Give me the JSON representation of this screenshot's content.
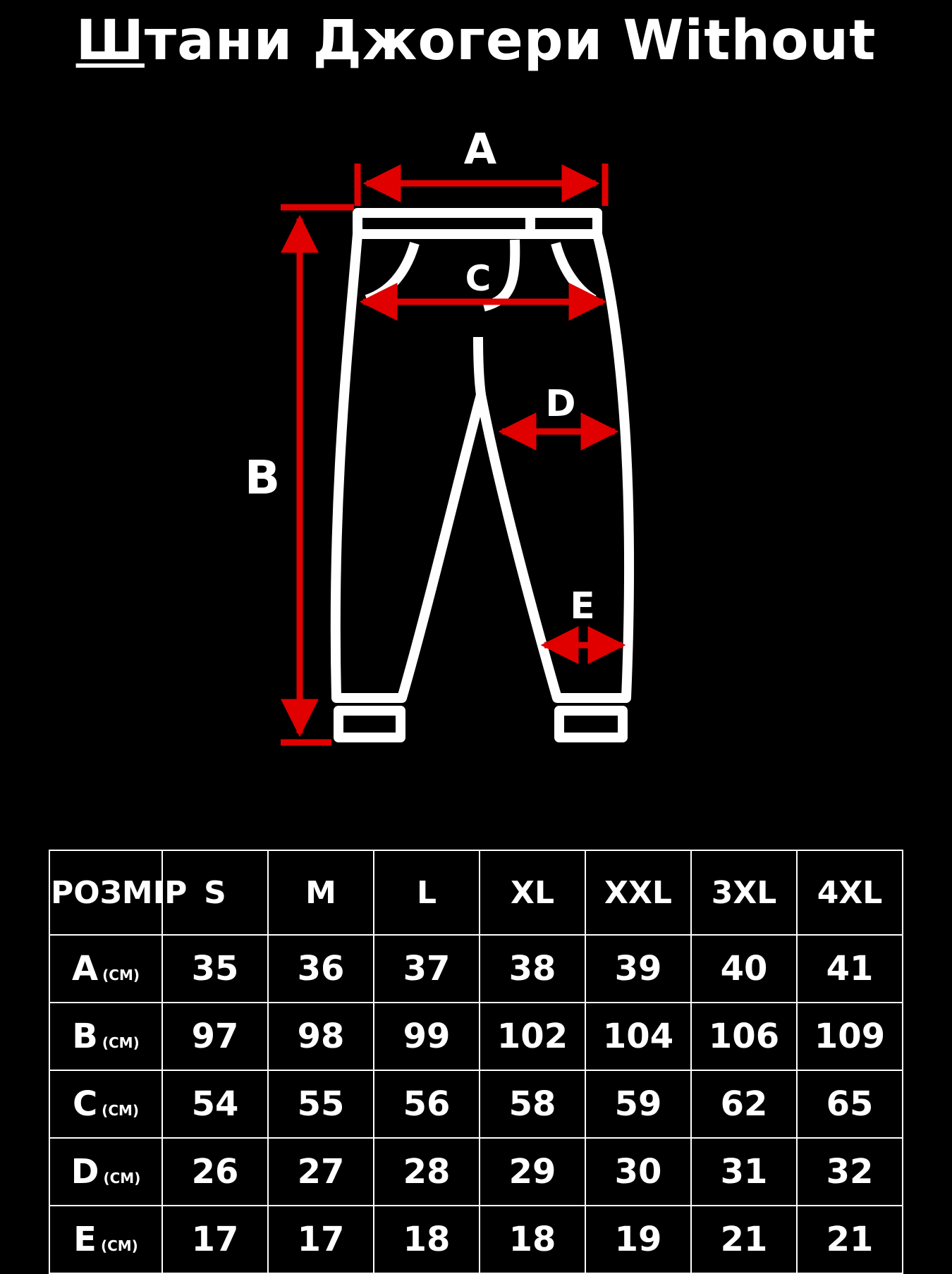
{
  "title": {
    "underlined": "Ш",
    "rest": "тани Джогери Without"
  },
  "diagram": {
    "labels": {
      "a": "A",
      "b": "B",
      "c": "C",
      "d": "D",
      "e": "E"
    },
    "outline_color": "#ffffff",
    "arrow_color": "#e00000"
  },
  "table": {
    "corner": "РОЗМІР",
    "unit": "(CM)",
    "sizes": [
      "S",
      "M",
      "L",
      "XL",
      "XXL",
      "3XL",
      "4XL"
    ],
    "rows": [
      {
        "label": "A",
        "values": [
          "35",
          "36",
          "37",
          "38",
          "39",
          "40",
          "41"
        ]
      },
      {
        "label": "B",
        "values": [
          "97",
          "98",
          "99",
          "102",
          "104",
          "106",
          "109"
        ]
      },
      {
        "label": "C",
        "values": [
          "54",
          "55",
          "56",
          "58",
          "59",
          "62",
          "65"
        ]
      },
      {
        "label": "D",
        "values": [
          "26",
          "27",
          "28",
          "29",
          "30",
          "31",
          "32"
        ]
      },
      {
        "label": "E",
        "values": [
          "17",
          "17",
          "18",
          "18",
          "19",
          "21",
          "21"
        ]
      }
    ]
  }
}
